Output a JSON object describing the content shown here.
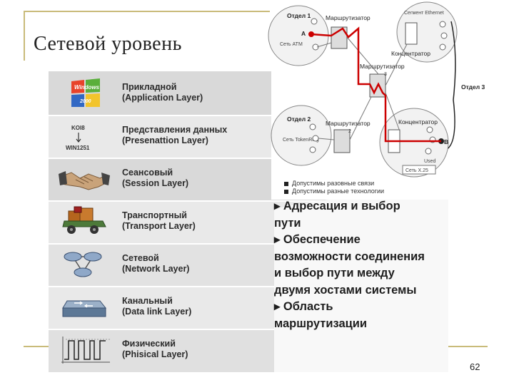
{
  "slide": {
    "title": "Сетевой уровень",
    "page_number": "62"
  },
  "layers": [
    {
      "name": "Прикладной",
      "en": "(Application Layer)",
      "icon": "windows-icon",
      "icon_text": [
        "Windows",
        "2000"
      ]
    },
    {
      "name": "Представления данных",
      "en": "(Presenattion Layer)",
      "icon": "encoding-icon",
      "icon_text": [
        "KOI8",
        "WIN1251"
      ]
    },
    {
      "name": "Сеансовый",
      "en": "(Session Layer)",
      "icon": "handshake-icon"
    },
    {
      "name": "Транспортный",
      "en": "(Transport Layer)",
      "icon": "truck-icon"
    },
    {
      "name": "Сетевой",
      "en": "(Network Layer)",
      "icon": "router-icon"
    },
    {
      "name": "Канальный",
      "en": "(Data link Layer)",
      "icon": "switch-icon"
    },
    {
      "name": "Физический",
      "en": "(Phisical Layer)",
      "icon": "signal-icon"
    }
  ],
  "bullets": [
    "▸ Адресация и выбор",
    "пути",
    "▸ Обеспечение",
    "возможности соединения",
    "и выбор пути между",
    "двумя хостами системы",
    "▸ Область",
    "маршрутизации"
  ],
  "diagram": {
    "dept1": "Отдел 1",
    "dept2": "Отдел 2",
    "dept3": "Отдел 3",
    "router1": "Маршрутизатор",
    "router2": "Маршрутизатор",
    "router3": "Маршрутизатор",
    "router2_num": "2",
    "router3_num": "3",
    "hub1": "Концентратор",
    "hub2": "Концентратор",
    "segment": "Сегмент Ethernet",
    "net_atm": "Сеть ATM",
    "net_tr": "Сеть TokenRing",
    "net_x25": "Сеть X.25",
    "node_a": "A",
    "node_b": "B",
    "used": "Used",
    "legend1": "Допустимы разовные связи",
    "legend2": "Допустимы разные технологии",
    "colors": {
      "path": "#cc0000",
      "line": "#666666"
    }
  }
}
